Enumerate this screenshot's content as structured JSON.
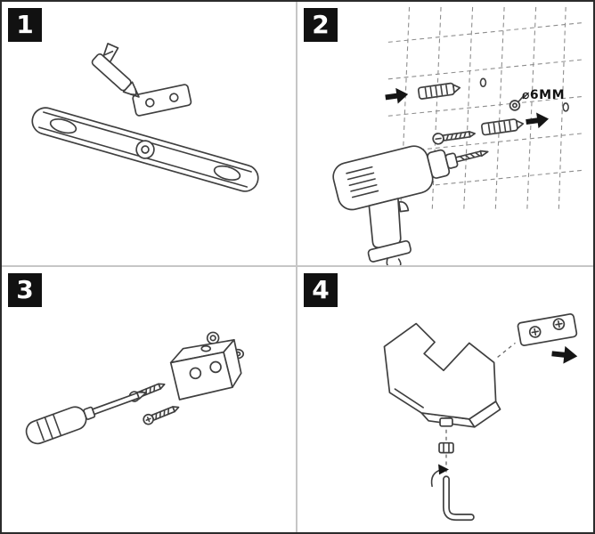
{
  "steps": [
    {
      "label": "1",
      "parts": [
        "rail",
        "marker-pencil",
        "mounting-plate"
      ]
    },
    {
      "label": "2",
      "annotation": "⌀6MM",
      "parts": [
        "power-drill",
        "tile-wall-grid",
        "wall-anchor",
        "screw",
        "direction-arrow",
        "washer"
      ]
    },
    {
      "label": "3",
      "parts": [
        "screwdriver",
        "screws",
        "corner-bracket",
        "washers"
      ]
    },
    {
      "label": "4",
      "parts": [
        "hook-body",
        "wall-plate",
        "plate-screws",
        "direction-arrow",
        "nut",
        "allen-key"
      ]
    }
  ],
  "colors": {
    "badge_bg": "#111111",
    "badge_text": "#ffffff",
    "line": "#3f3f3f",
    "grid_line": "#8d8d8d",
    "arrow_fill": "#151515",
    "divider": "#c6c6c6",
    "outer_border": "#2b2b2b"
  }
}
